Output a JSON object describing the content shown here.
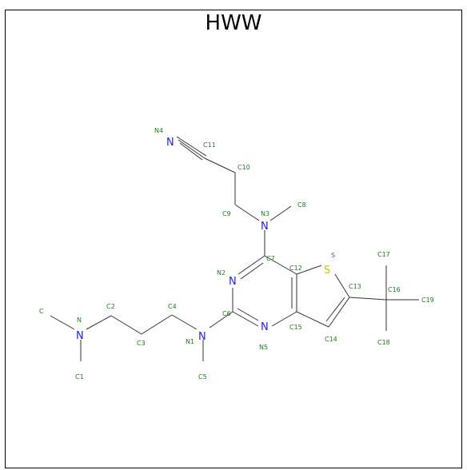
{
  "title": "HWW",
  "colors": {
    "bond": "#333333",
    "nitrogen": "#2020ff",
    "sulfur": "#c8c800",
    "label": "#1f7a1f"
  },
  "atoms": {
    "N": "N",
    "S": "S"
  },
  "labels": {
    "N4": "N4",
    "C11": "C11",
    "C10": "C10",
    "C9": "C9",
    "N3": "N3",
    "C8": "C8",
    "C7": "C7",
    "C12": "C12",
    "S": "S",
    "C13": "C13",
    "C17": "C17",
    "C16": "C16",
    "C19": "C19",
    "C18": "C18",
    "C14": "C14",
    "C15": "C15",
    "N5": "N5",
    "C6": "C6",
    "N2": "N2",
    "N1": "N1",
    "C5": "C5",
    "C4": "C4",
    "C3": "C3",
    "C2": "C2",
    "N": "N",
    "C": "C",
    "C1": "C1"
  }
}
